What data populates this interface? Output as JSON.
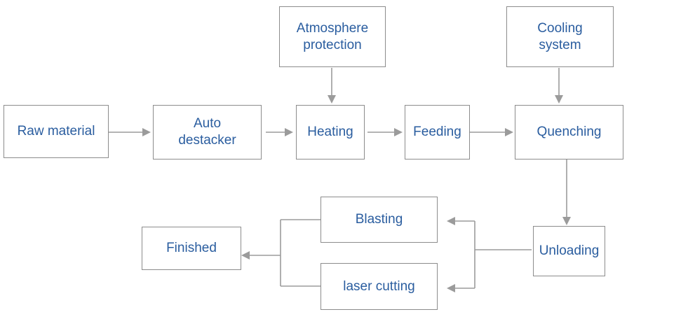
{
  "diagram": {
    "text_color": "#2a5d9f",
    "border_color": "#8c8c8c",
    "connector_color": "#9b9b9b",
    "nodes": {
      "raw_material": "Raw material",
      "auto_destacker": "Auto\ndestacker",
      "heating": "Heating",
      "feeding": "Feeding",
      "quenching": "Quenching",
      "atmosphere_protection": "Atmosphere\nprotection",
      "cooling_system": "Cooling\nsystem",
      "unloading": "Unloading",
      "blasting": "Blasting",
      "laser_cutting": "laser cutting",
      "finished": "Finished"
    }
  }
}
